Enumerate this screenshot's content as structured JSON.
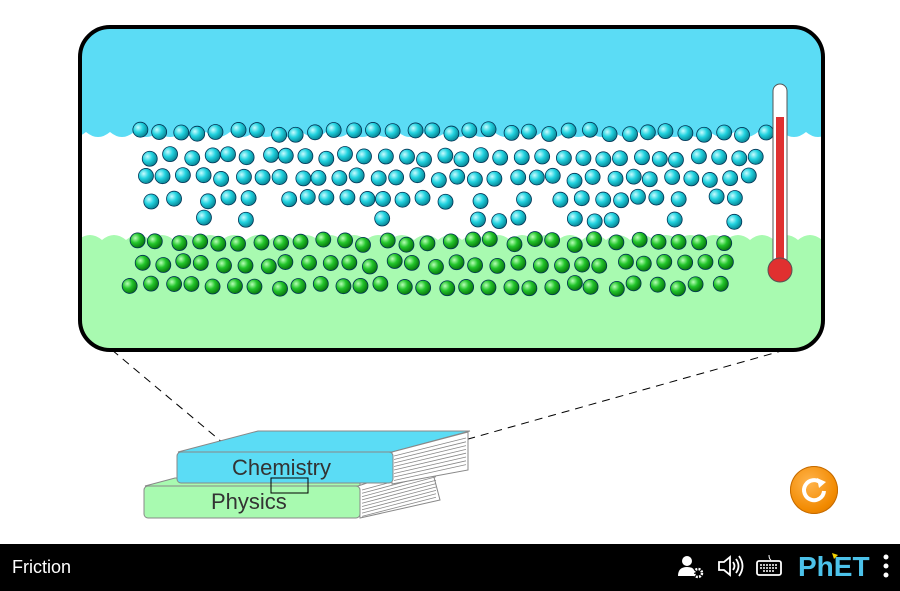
{
  "navbar": {
    "title": "Friction",
    "icons": [
      "user-settings-icon",
      "sound-icon",
      "keyboard-icon",
      "phet-logo",
      "more-options-icon"
    ],
    "logo_text": "PhET"
  },
  "books": {
    "top_label": "Chemistry",
    "bottom_label": "Physics",
    "top_color": "#5bdcf5",
    "bottom_color": "#a8fab0"
  },
  "magnifier": {
    "top_atom_color": "#22d3e0",
    "bottom_atom_color": "#22c52a",
    "thermometer_level": 0.85
  },
  "controls": {
    "reset_icon": "reset-all-icon"
  }
}
